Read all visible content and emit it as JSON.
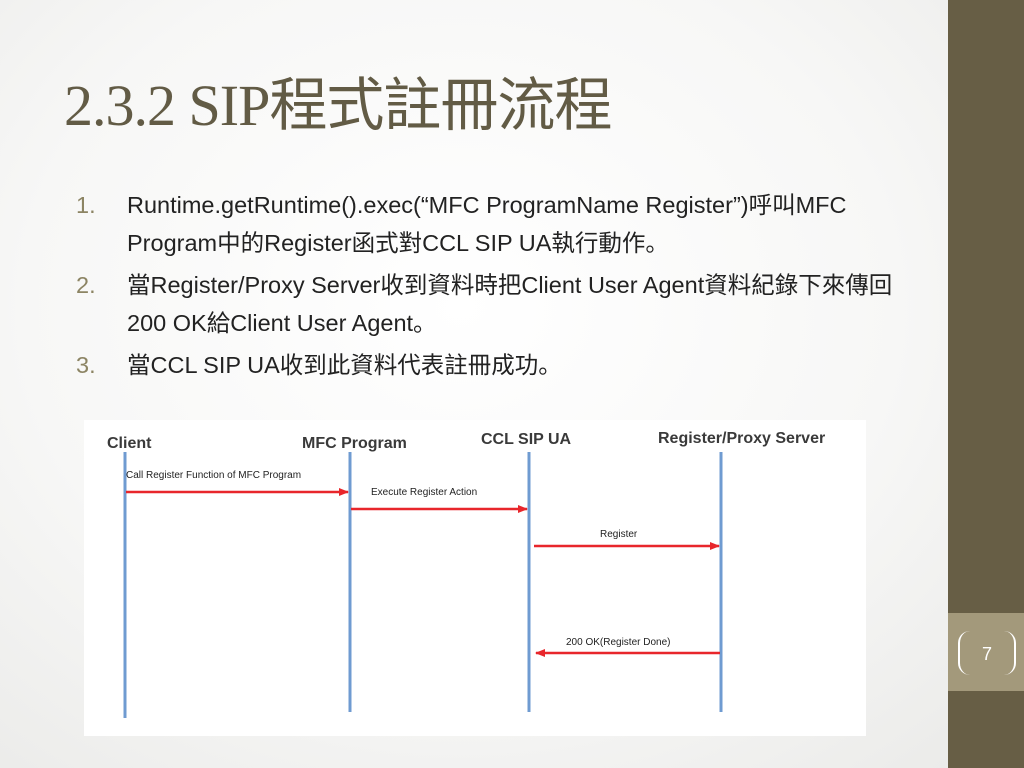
{
  "slide": {
    "title": "2.3.2 SIP程式註冊流程",
    "page_number": "7"
  },
  "bullets": [
    {
      "number": "1.",
      "text": "Runtime.getRuntime().exec(“MFC ProgramName Register”)呼叫MFC Program中的Register函式對CCL SIP UA執行動作。"
    },
    {
      "number": "2.",
      "text": "當Register/Proxy Server收到資料時把Client User Agent資料紀錄下來傳回200 OK給Client User Agent。"
    },
    {
      "number": "3.",
      "text": "當CCL SIP UA收到此資料代表註冊成功。"
    }
  ],
  "diagram": {
    "lifelines": {
      "client": "Client",
      "mfc_program": "MFC Program",
      "ccl_sip_ua": "CCL SIP UA",
      "register_proxy_server": "Register/Proxy Server"
    },
    "messages": {
      "call_register": "Call Register  Function of MFC Program",
      "execute_register": "Execute Register Action",
      "register": "Register",
      "ok_done": "200 OK(Register Done)"
    },
    "colors": {
      "lifeline": "#6f9bd1",
      "arrow": "#e8262b",
      "title": "#625b45",
      "sidebar": "#675e45",
      "page_box": "#a3997b"
    }
  }
}
